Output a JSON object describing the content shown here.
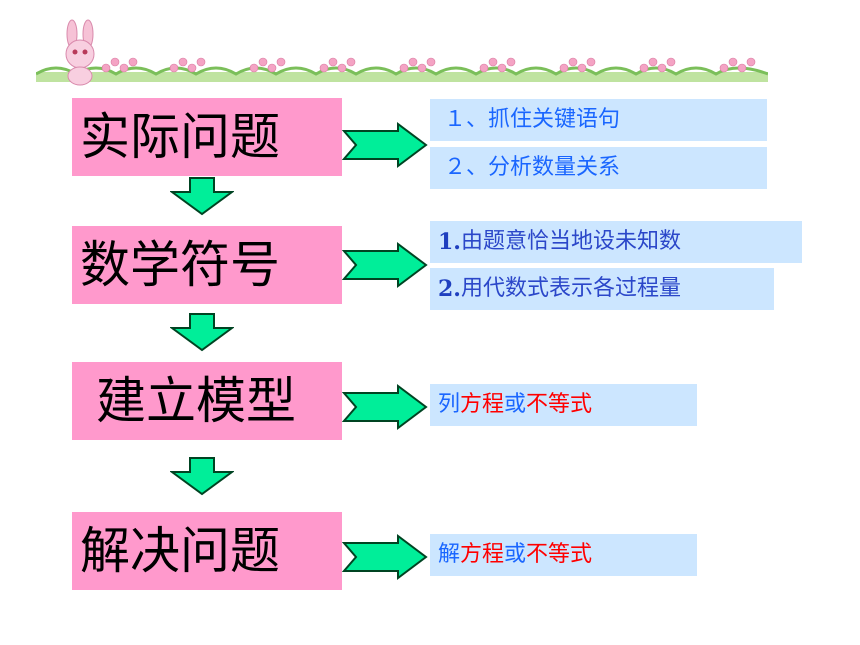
{
  "colors": {
    "step_bg": "#ff99cc",
    "note_bg": "#cce6ff",
    "arrow_fill": "#00ee99",
    "arrow_stroke": "#004422",
    "text_blue": "#1a66ff",
    "text_red": "#ff0000",
    "banner_grass": "#9fcf7a",
    "banner_flower": "#f4a3c4"
  },
  "banner": {
    "icon": "bunny-flower-border"
  },
  "steps": [
    {
      "label": "实际问题"
    },
    {
      "label": "数学符号"
    },
    {
      "label": "建立模型"
    },
    {
      "label": "解决问题"
    }
  ],
  "notes": {
    "step1": [
      "１、抓住关键语句",
      "２、分析数量关系"
    ],
    "step2": [
      {
        "num": "1.",
        "text": "由题意恰当地设未知数"
      },
      {
        "num": "2.",
        "text": "用代数式表示各过程量"
      }
    ],
    "step3": {
      "a": "列",
      "b": "方程",
      "c": "或",
      "d": "不等式"
    },
    "step4": {
      "a": "解",
      "b": "方程",
      "c": "或",
      "d": "不等式"
    }
  }
}
